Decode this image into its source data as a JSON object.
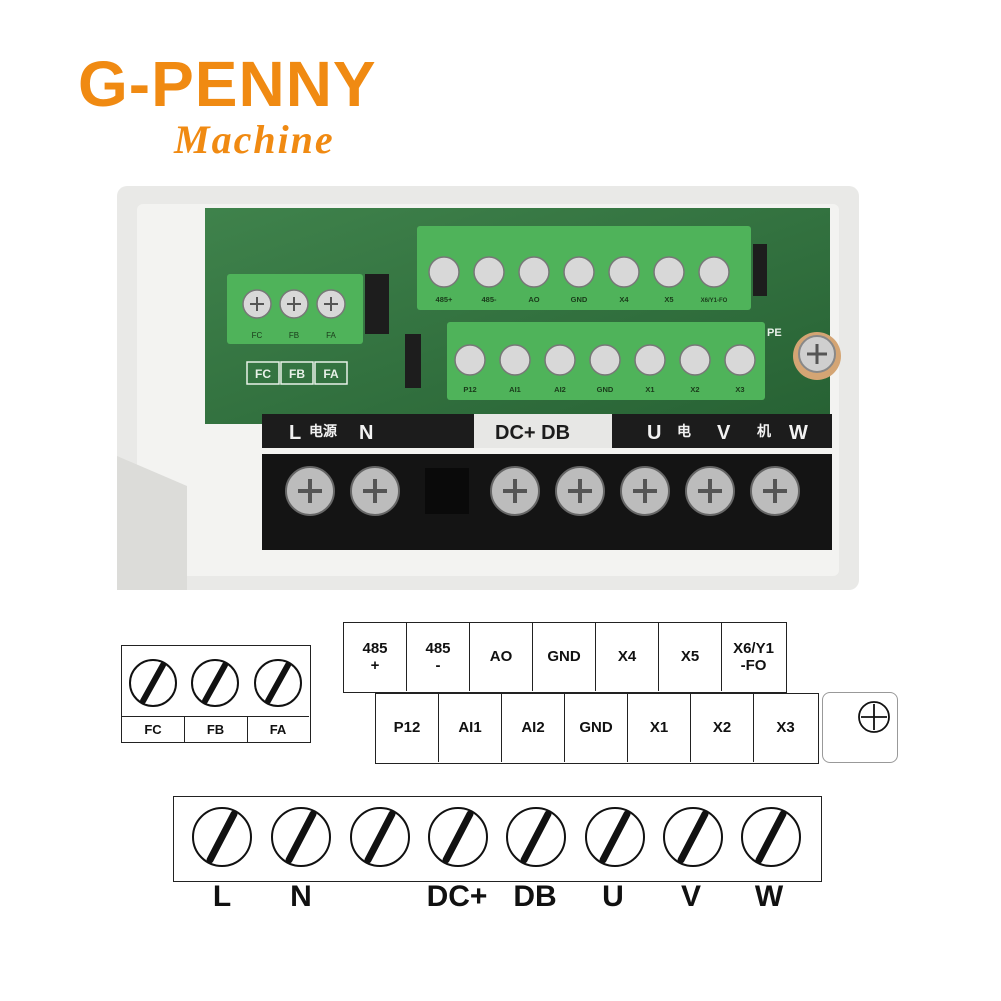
{
  "brand": {
    "name": "G-PENNY",
    "subtitle": "Machine"
  },
  "photo": {
    "board_small_terminals": [
      "FC",
      "FB",
      "FA"
    ],
    "board_top_row": [
      "485+",
      "485-",
      "AO",
      "GND",
      "X4",
      "X5",
      "X6/Y1-FO"
    ],
    "board_bottom_row": [
      "P12",
      "AI1",
      "AI2",
      "GND",
      "X1",
      "X2",
      "X3"
    ],
    "board_silk_fa": [
      "FC",
      "FB",
      "FA"
    ],
    "pe_label": "PE",
    "power_strip_left": {
      "l": "L",
      "cn1": "电源",
      "n": "N"
    },
    "power_strip_mid": "DC+  DB",
    "power_strip_right": {
      "u": "U",
      "cn2": "电",
      "v": "V",
      "cn3": "机",
      "w": "W"
    }
  },
  "relay_block": {
    "labels": [
      "FC",
      "FB",
      "FA"
    ]
  },
  "control_top": [
    "485\n+",
    "485\n-",
    "AO",
    "GND",
    "X4",
    "X5",
    "X6/Y1\n-FO"
  ],
  "control_bottom": [
    "P12",
    "AI1",
    "AI2",
    "GND",
    "X1",
    "X2",
    "X3"
  ],
  "power_block": {
    "labels": [
      "L",
      "N",
      "DC+",
      "DB",
      "U",
      "V",
      "W"
    ]
  },
  "colors": {
    "brand": "#f08a12",
    "pcb": "#2f6e3c",
    "terminal_green": "#4fb35a",
    "strip_black": "#1c1c1c"
  }
}
